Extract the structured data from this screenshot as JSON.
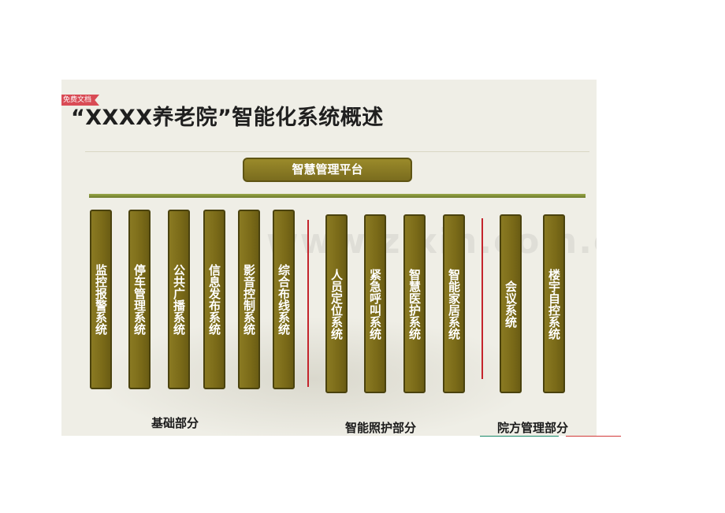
{
  "badge": "免费文档",
  "title": "“XXXX养老院”智能化系统概述",
  "platform": "智慧管理平台",
  "watermark": "www.zixin.com.cn",
  "groups": [
    {
      "label": "基础部分",
      "systems": [
        "监控报警系统",
        "停车管理系统",
        "公共广播系统",
        "信息发布系统",
        "影音控制系统",
        "综合布线系统"
      ]
    },
    {
      "label": "智能照护部分",
      "systems": [
        "人员定位系统",
        "紧急呼叫系统",
        "智慧医护系统",
        "智能家居系统"
      ]
    },
    {
      "label": "院方管理部分",
      "systems": [
        "会议系统",
        "楼宇自控系统"
      ]
    }
  ]
}
